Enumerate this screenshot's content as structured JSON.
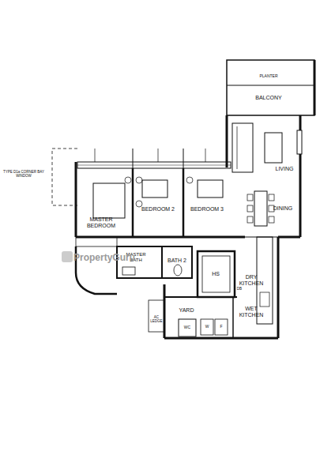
{
  "diagram": {
    "labels": [
      "PLANTER",
      "BALCONY",
      "LIVING",
      "DINING",
      "BEDROOM 2",
      "BEDROOM 3",
      "MASTER BEDROOM",
      "TYPE D1a CORNER BAY WINDOW",
      "MASTER BATH",
      "BATH 2",
      "HS",
      "DRY KITCHEN",
      "DB",
      "YARD",
      "WET KITCHEN",
      "AC LEDGE",
      "WC",
      "W",
      "F",
      "PropertyGuru"
    ]
  }
}
